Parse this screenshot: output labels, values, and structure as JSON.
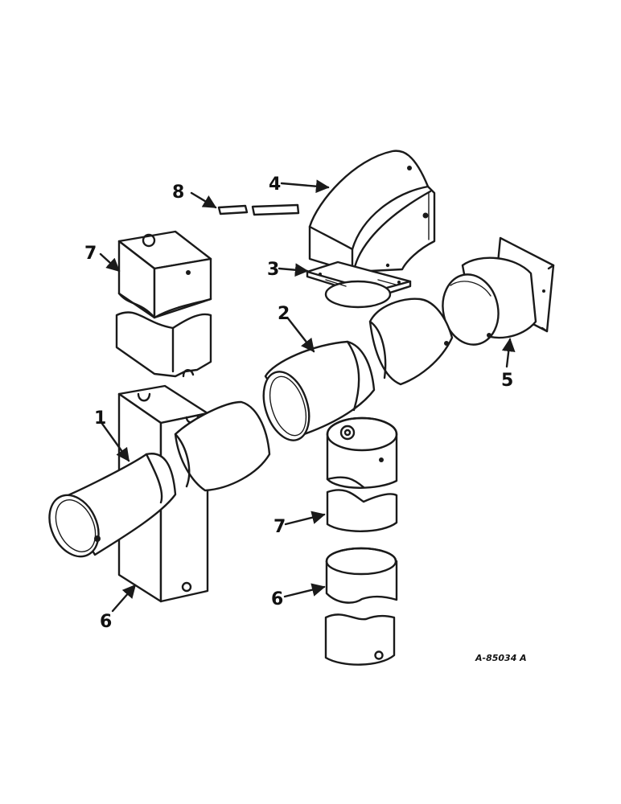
{
  "callouts": {
    "c1": "1",
    "c2": "2",
    "c3": "3",
    "c4": "4",
    "c5": "5",
    "c6a": "6",
    "c6b": "6",
    "c7a": "7",
    "c7b": "7",
    "c8": "8"
  },
  "drawing_code": "A-85034 A"
}
